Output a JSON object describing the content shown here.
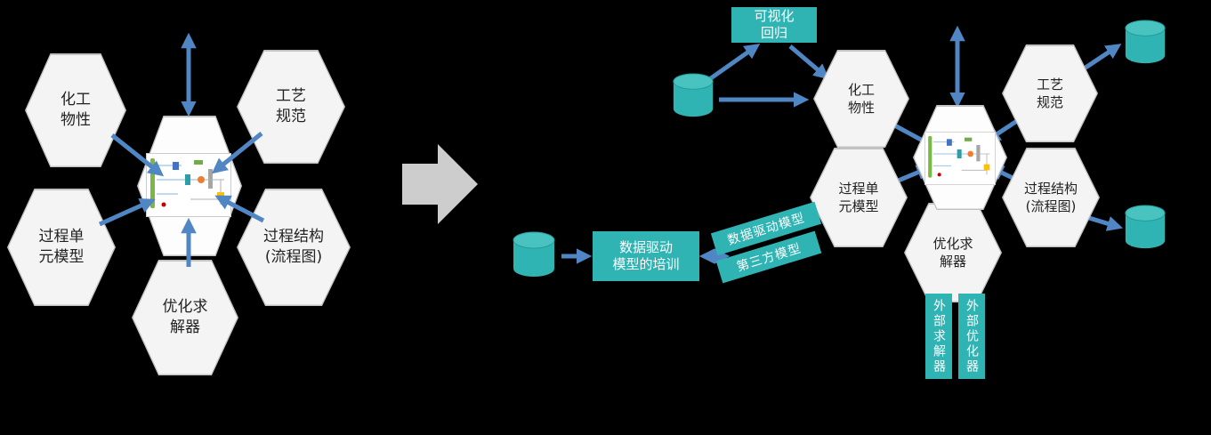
{
  "colors": {
    "background": "#000000",
    "hexagon_fill": "#f4f4f4",
    "arrow_blue": "#4f86c3",
    "teal_accent": "#2fb3b3",
    "transform_arrow_gray": "#cdcdcd"
  },
  "left_cluster": {
    "hexagons": [
      {
        "label": "化工\n物性"
      },
      {
        "label": "工艺\n规范"
      },
      {
        "label": "过程单\n元模型"
      },
      {
        "label": "过程结构\n(流程图)"
      },
      {
        "label": "优化求\n解器"
      }
    ]
  },
  "right_cluster": {
    "hexagons": [
      {
        "label": "化工\n物性"
      },
      {
        "label": "工艺\n规范"
      },
      {
        "label": "过程单\n元模型"
      },
      {
        "label": "过程结构\n(流程图)"
      },
      {
        "label": "优化求\n解器"
      }
    ],
    "visual_regression_label": "可视化\n回归",
    "training_label": "数据驱动\n模型的培训",
    "rotated_labels": [
      "数据驱动模型",
      "第三方模型"
    ],
    "external_labels": [
      "外部求解器",
      "外部优化器"
    ]
  }
}
